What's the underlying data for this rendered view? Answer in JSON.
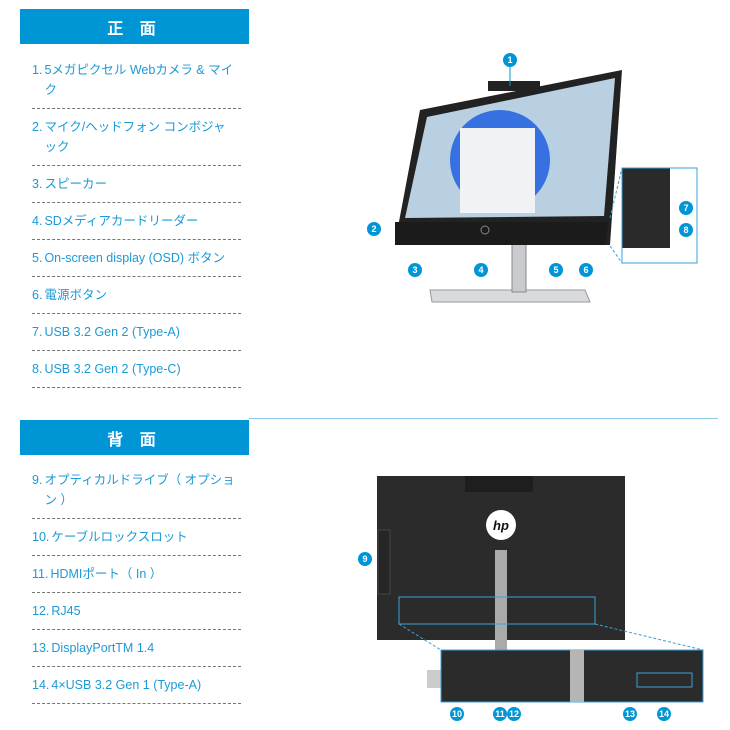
{
  "front": {
    "title": "正 面",
    "items": [
      {
        "num": "1.",
        "label": "5メガピクセル Webカメラ & マイク"
      },
      {
        "num": "2.",
        "label": "マイク/ヘッドフォン コンボジャック"
      },
      {
        "num": "3.",
        "label": "スピーカー"
      },
      {
        "num": "4.",
        "label": "SDメディアカードリーダー"
      },
      {
        "num": "5.",
        "label": "On-screen display (OSD) ボタン"
      },
      {
        "num": "6.",
        "label": "電源ボタン"
      },
      {
        "num": "7.",
        "label": "USB 3.2 Gen 2 (Type-A)"
      },
      {
        "num": "8.",
        "label": "USB 3.2 Gen 2 (Type-C)"
      }
    ],
    "callouts": [
      "1",
      "2",
      "3",
      "4",
      "5",
      "6",
      "7",
      "8"
    ]
  },
  "back": {
    "title": "背 面",
    "items": [
      {
        "num": "9.",
        "label": "オプティカルドライブ（ オプション ）"
      },
      {
        "num": "10.",
        "label": "ケーブルロックスロット"
      },
      {
        "num": "11.",
        "label": "HDMIポート（ In ）"
      },
      {
        "num": "12.",
        "label": "RJ45"
      },
      {
        "num": "13.",
        "label": "DisplayPortTM 1.4"
      },
      {
        "num": "14.",
        "label": "4×USB 3.2 Gen 1 (Type-A)"
      }
    ],
    "callouts": [
      "9",
      "10",
      "11",
      "12",
      "13",
      "14"
    ]
  },
  "colors": {
    "accent": "#0096d6",
    "text": "#1a9ad6"
  }
}
